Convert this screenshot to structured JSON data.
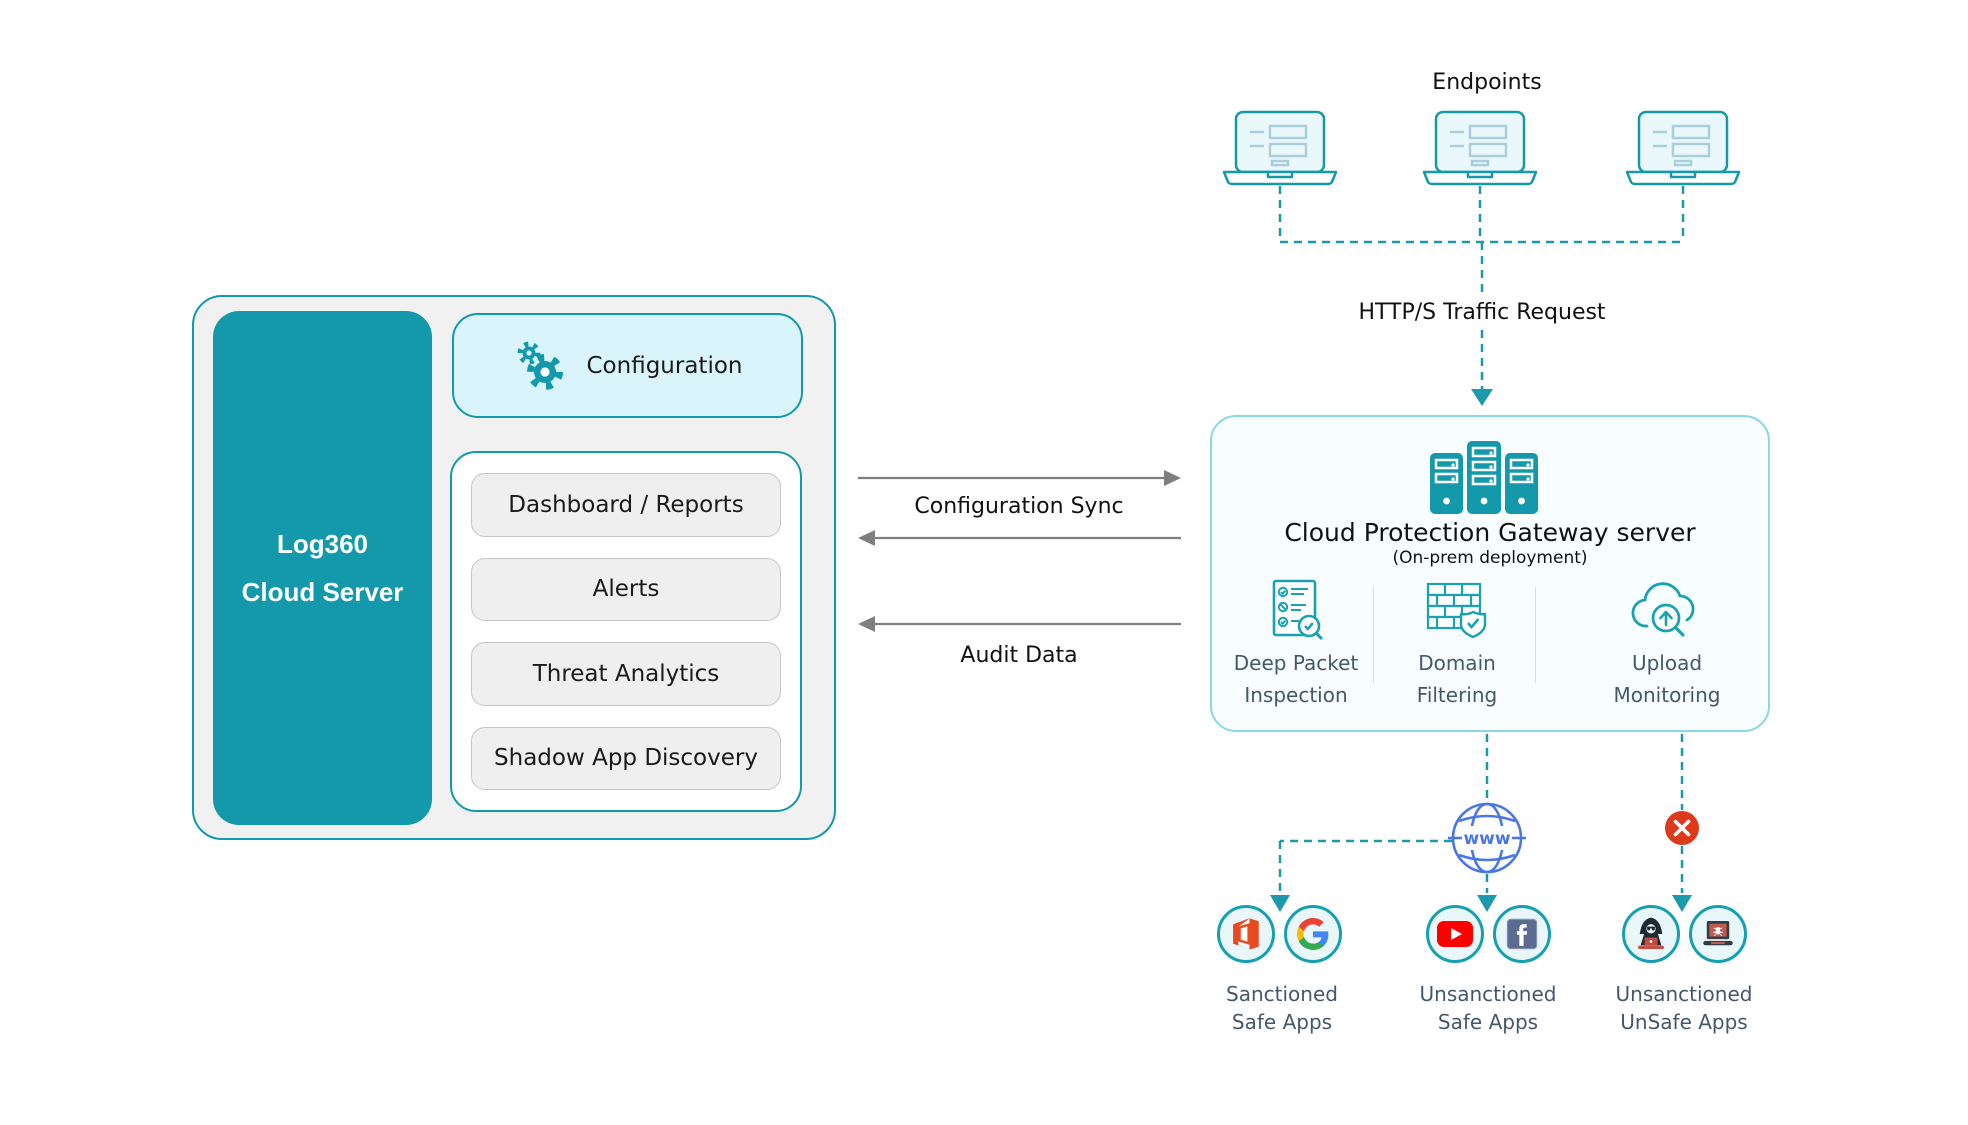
{
  "colors": {
    "teal": "#1499ab",
    "teal_dash": "#1a9aab",
    "gateway_border": "#8ad8e3",
    "arrow_gray": "#7f7f7f",
    "globe_blue": "#4a76e8",
    "blocked_red": "#dd3a1b",
    "slate_text": "#44576b",
    "youtube_red": "#ff0000",
    "facebook_blue": "#5b6b92",
    "office_orange": "#e8491f"
  },
  "endpoints": {
    "label": "Endpoints"
  },
  "traffic": {
    "label": "HTTP/S Traffic Request"
  },
  "left": {
    "server_line1": "Log360",
    "server_line2": "Cloud Server",
    "configuration": "Configuration",
    "modules": [
      "Dashboard / Reports",
      "Alerts",
      "Threat Analytics",
      "Shadow App Discovery"
    ]
  },
  "flows": {
    "config_sync": "Configuration Sync",
    "audit_data": "Audit Data"
  },
  "gateway": {
    "title": "Cloud Protection Gateway server",
    "subtitle": "(On-prem deployment)",
    "features": [
      {
        "line1": "Deep Packet",
        "line2": "Inspection"
      },
      {
        "line1": "Domain",
        "line2": "Filtering"
      },
      {
        "line1": "Upload",
        "line2": "Monitoring"
      }
    ]
  },
  "web": {
    "globe": "www"
  },
  "apps": [
    {
      "line1": "Sanctioned",
      "line2": "Safe Apps"
    },
    {
      "line1": "Unsanctioned",
      "line2": "Safe Apps"
    },
    {
      "line1": "Unsanctioned",
      "line2": "UnSafe Apps"
    }
  ]
}
